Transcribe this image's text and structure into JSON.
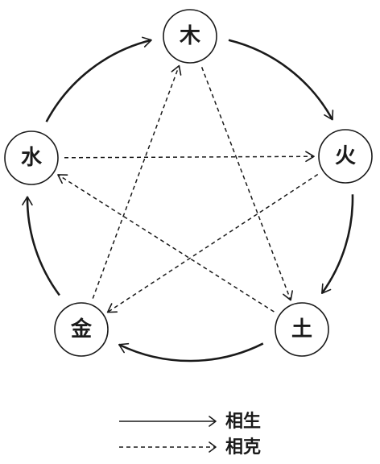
{
  "elements": [
    {
      "id": "wood",
      "label": "木"
    },
    {
      "id": "fire",
      "label": "火"
    },
    {
      "id": "earth",
      "label": "土"
    },
    {
      "id": "metal",
      "label": "金"
    },
    {
      "id": "water",
      "label": "水"
    }
  ],
  "sheng_cycle": [
    {
      "from": "wood",
      "to": "fire"
    },
    {
      "from": "fire",
      "to": "earth"
    },
    {
      "from": "earth",
      "to": "metal"
    },
    {
      "from": "metal",
      "to": "water"
    },
    {
      "from": "water",
      "to": "wood"
    }
  ],
  "ke_cycle": [
    {
      "from": "wood",
      "to": "earth"
    },
    {
      "from": "earth",
      "to": "water"
    },
    {
      "from": "water",
      "to": "fire"
    },
    {
      "from": "fire",
      "to": "metal"
    },
    {
      "from": "metal",
      "to": "wood"
    }
  ],
  "legend": {
    "sheng_label": "相生",
    "ke_label": "相克"
  }
}
